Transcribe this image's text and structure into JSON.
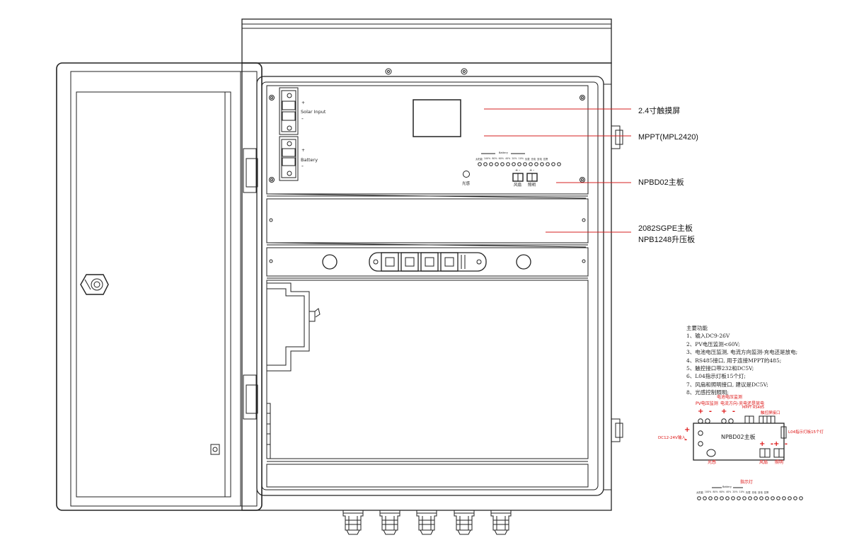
{
  "callouts": {
    "touchscreen": "2.4寸触摸屏",
    "mppt": "MPPT(MPL2420)",
    "mainboard": "NPBD02主板",
    "sgpe": "2082SGPE主板",
    "booster": "NPB1248升压板"
  },
  "panel": {
    "plus": "+",
    "minus": "-",
    "solar_input": "Solar Input",
    "battery": "Battery",
    "battery_small": "Battery",
    "light_sensor": "光感",
    "fan": "风扇",
    "lighting": "照明",
    "led_labels": [
      "太阳能",
      "100%",
      "80%",
      "60%",
      "40%",
      "20%",
      "10%",
      "负载",
      "充电",
      "放电",
      "告警"
    ]
  },
  "features": {
    "title": "主要功能",
    "items": [
      "1、输入DC9-26V",
      "2、PV电压监测<60V;",
      "3、电池电压监测, 电流方向监测-充电还是放电;",
      "4、RS485接口, 用于连接MPPT的485;",
      "5、触控接口带232和DC5V;",
      "6、L04指示灯板15个灯;",
      "7、风扇和照明接口, 建议是DC5V;",
      "8、光感控制照明;"
    ]
  },
  "board": {
    "name": "NPBD02主板",
    "pv_monitor": "PV电压监测",
    "battery_voltage_monitor": "电池电压监测",
    "current_direction": "电流方向-充电还是放电",
    "mppt_rs485": "MPPT RS485",
    "touch_port": "触控屏接口",
    "led_board": "L04指示灯板15个灯",
    "dc_input": "DC12-24V输入",
    "light_sensor": "光感",
    "fan": "风扇",
    "lighting": "照明",
    "plus": "+",
    "minus": "-",
    "indicator_title": "指示灯",
    "battery_small": "Battery"
  },
  "colors": {
    "leader_line": "#d42020",
    "outline": "#222222",
    "annotation_red": "#dd1111"
  }
}
